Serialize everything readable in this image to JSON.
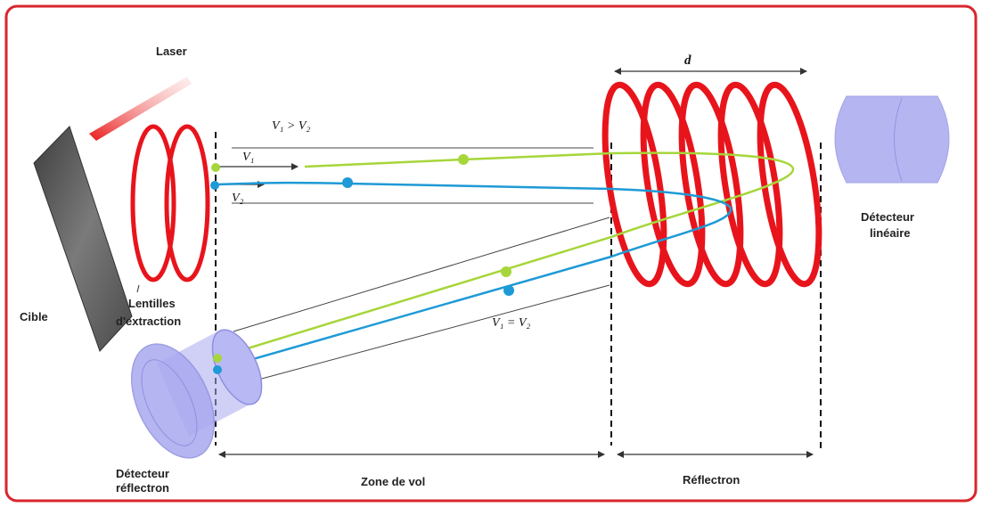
{
  "labels": {
    "laser": "Laser",
    "target": "Cible",
    "extraction_lenses_line1": "Lentilles",
    "extraction_lenses_line2": "d'extraction",
    "reflectron_detector_line1": "Détecteur",
    "reflectron_detector_line2": "réflectron",
    "linear_detector_line1": "Détecteur",
    "linear_detector_line2": "linéaire",
    "flight_zone": "Zone de vol",
    "reflectron": "Réflectron",
    "distance": "d",
    "velocity_relation": "V₁ > V₂",
    "v1": "V₁",
    "v2": "V₂",
    "velocity_equal": "V₁ = V₂"
  },
  "colors": {
    "frame": "#d8262e",
    "coil": "#e8141c",
    "ion_fast": "#a6d63a",
    "ion_slow": "#1e9ad6",
    "detector": "#a9a9f0",
    "target": "#5a5a5a"
  }
}
